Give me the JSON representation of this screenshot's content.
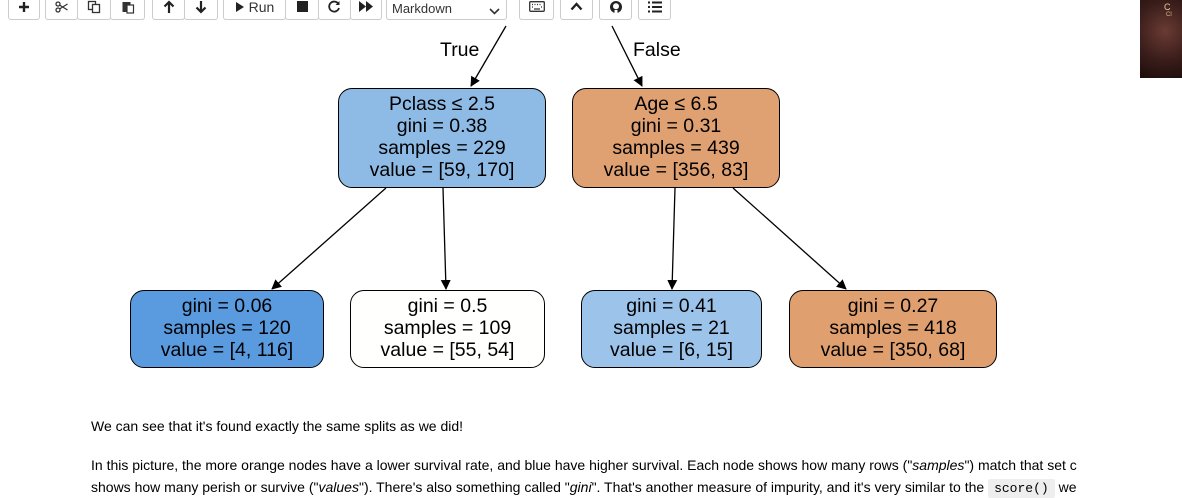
{
  "toolbar": {
    "run_label": "Run",
    "cell_type": "Markdown",
    "buttons": [
      "plus-icon",
      "scissors-icon",
      "copy-icon",
      "paste-icon",
      "arrow-up-icon",
      "arrow-down-icon",
      "run-icon",
      "stop-icon",
      "restart-icon",
      "fast-forward-icon",
      "keyboard-icon",
      "chevron-up-icon",
      "github-icon",
      "list-icon"
    ]
  },
  "thumbnail": {
    "text1": "C",
    "text2": "Cl"
  },
  "tree": {
    "edge_true": "True",
    "edge_false": "False",
    "colors": {
      "blue_dark": "#5a9be0",
      "blue_mid": "#8ebbe6",
      "blue_light": "#9cc4ea",
      "white": "#fffffe",
      "orange_mid": "#e0a172",
      "orange_dark": "#e09f6f"
    },
    "nodes": [
      {
        "lines": [
          "Pclass ≤ 2.5",
          "gini = 0.38",
          "samples = 229",
          "value = [59, 170]"
        ]
      },
      {
        "lines": [
          "Age ≤ 6.5",
          "gini = 0.31",
          "samples = 439",
          "value = [356, 83]"
        ]
      },
      {
        "lines": [
          "gini = 0.06",
          "samples = 120",
          "value = [4, 116]"
        ]
      },
      {
        "lines": [
          "gini = 0.5",
          "samples = 109",
          "value = [55, 54]"
        ]
      },
      {
        "lines": [
          "gini = 0.41",
          "samples = 21",
          "value = [6, 15]"
        ]
      },
      {
        "lines": [
          "gini = 0.27",
          "samples = 418",
          "value = [350, 68]"
        ]
      }
    ]
  },
  "text": {
    "p1": "We can see that it's found exactly the same splits as we did!",
    "p2a": "In this picture, the more orange nodes have a lower survival rate, and blue have higher survival. Each node shows how many rows (\"",
    "p2_samples": "samples",
    "p2b": "\") match that set c",
    "p3a": "shows how many perish or survive (\"",
    "p3_values": "values",
    "p3b": "\"). There's also something called \"",
    "p3_gini": "gini",
    "p3c": "\". That's another measure of impurity, and it's very similar to the ",
    "p3_code": "score()",
    "p3d": " we"
  }
}
